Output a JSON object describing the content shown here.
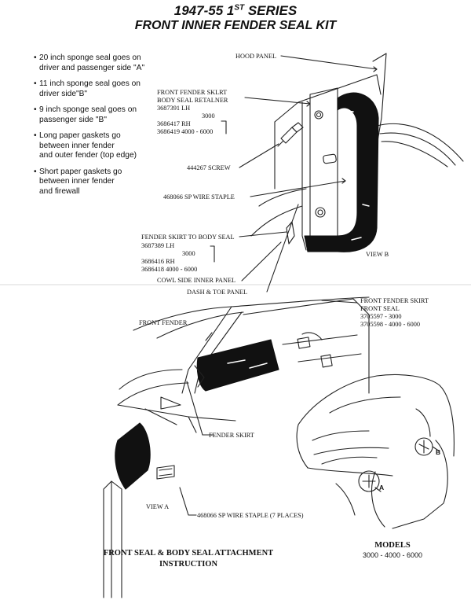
{
  "title": {
    "line1_main": "1947-55 1",
    "line1_sup": "ST",
    "line1_tail": " SERIES",
    "line2": "FRONT INNER FENDER SEAL KIT"
  },
  "notes": [
    [
      "20 inch sponge seal goes on",
      "driver and passenger side \"A\""
    ],
    [
      "11 inch sponge seal goes on",
      "driver side\"B\""
    ],
    [
      "9 inch sponge seal goes on",
      "passenger side \"B\""
    ],
    [
      "Long paper gaskets go",
      "between inner fender",
      "and outer fender (top edge)"
    ],
    [
      "Short paper gaskets go",
      "between inner fender",
      "and firewall"
    ]
  ],
  "labels": {
    "hood_panel": "HOOD PANEL",
    "front_fender_skirt_body_seal_line1": "FRONT FENDER SKLRT",
    "front_fender_skirt_body_seal_line2": "BODY SEAL RETALNER",
    "part_3687391": "3687391 LH",
    "part_3000_top": "3000",
    "part_3686417": "3686417  RH",
    "part_3686419": "3686419  4000 - 6000",
    "screw": "444267 SCREW",
    "wire_staple_top": "468066 SP WIRE STAPLE",
    "fender_skirt_to_body_seal": "FENDER SKIRT TO BODY SEAL",
    "part_3687389": "3687389 LH",
    "part_3000_mid": "3000",
    "part_3686416": "3686416 RH",
    "part_3686418": "3686418  4000 - 6000",
    "view_b": "VIEW B",
    "cowl_side_inner_panel": "COWL SIDE INNER PANEL",
    "dash_toe_panel": "DASH & TOE PANEL",
    "front_fender_skirt_front_seal_line1": "FRONT FENDER SKIRT",
    "front_fender_skirt_front_seal_line2": "FRONT SEAL",
    "part_3705597": "3705597 - 3000",
    "part_3705598": "3705598 - 4000 - 6000",
    "front_fender": "FRONT FENDER",
    "fender_skirt": "FENDER SKIRT",
    "view_a": "VIEW  A",
    "wire_staple_bottom": "468066 SP WIRE STAPLE (7 PLACES)",
    "callout_a": "A",
    "callout_b": "B"
  },
  "footer": {
    "instruction_line1": "FRONT SEAL & BODY SEAL ATTACHMENT",
    "instruction_line2": "INSTRUCTION",
    "models_title": "MODELS",
    "models_list": "3000 - 4000 - 6000"
  }
}
